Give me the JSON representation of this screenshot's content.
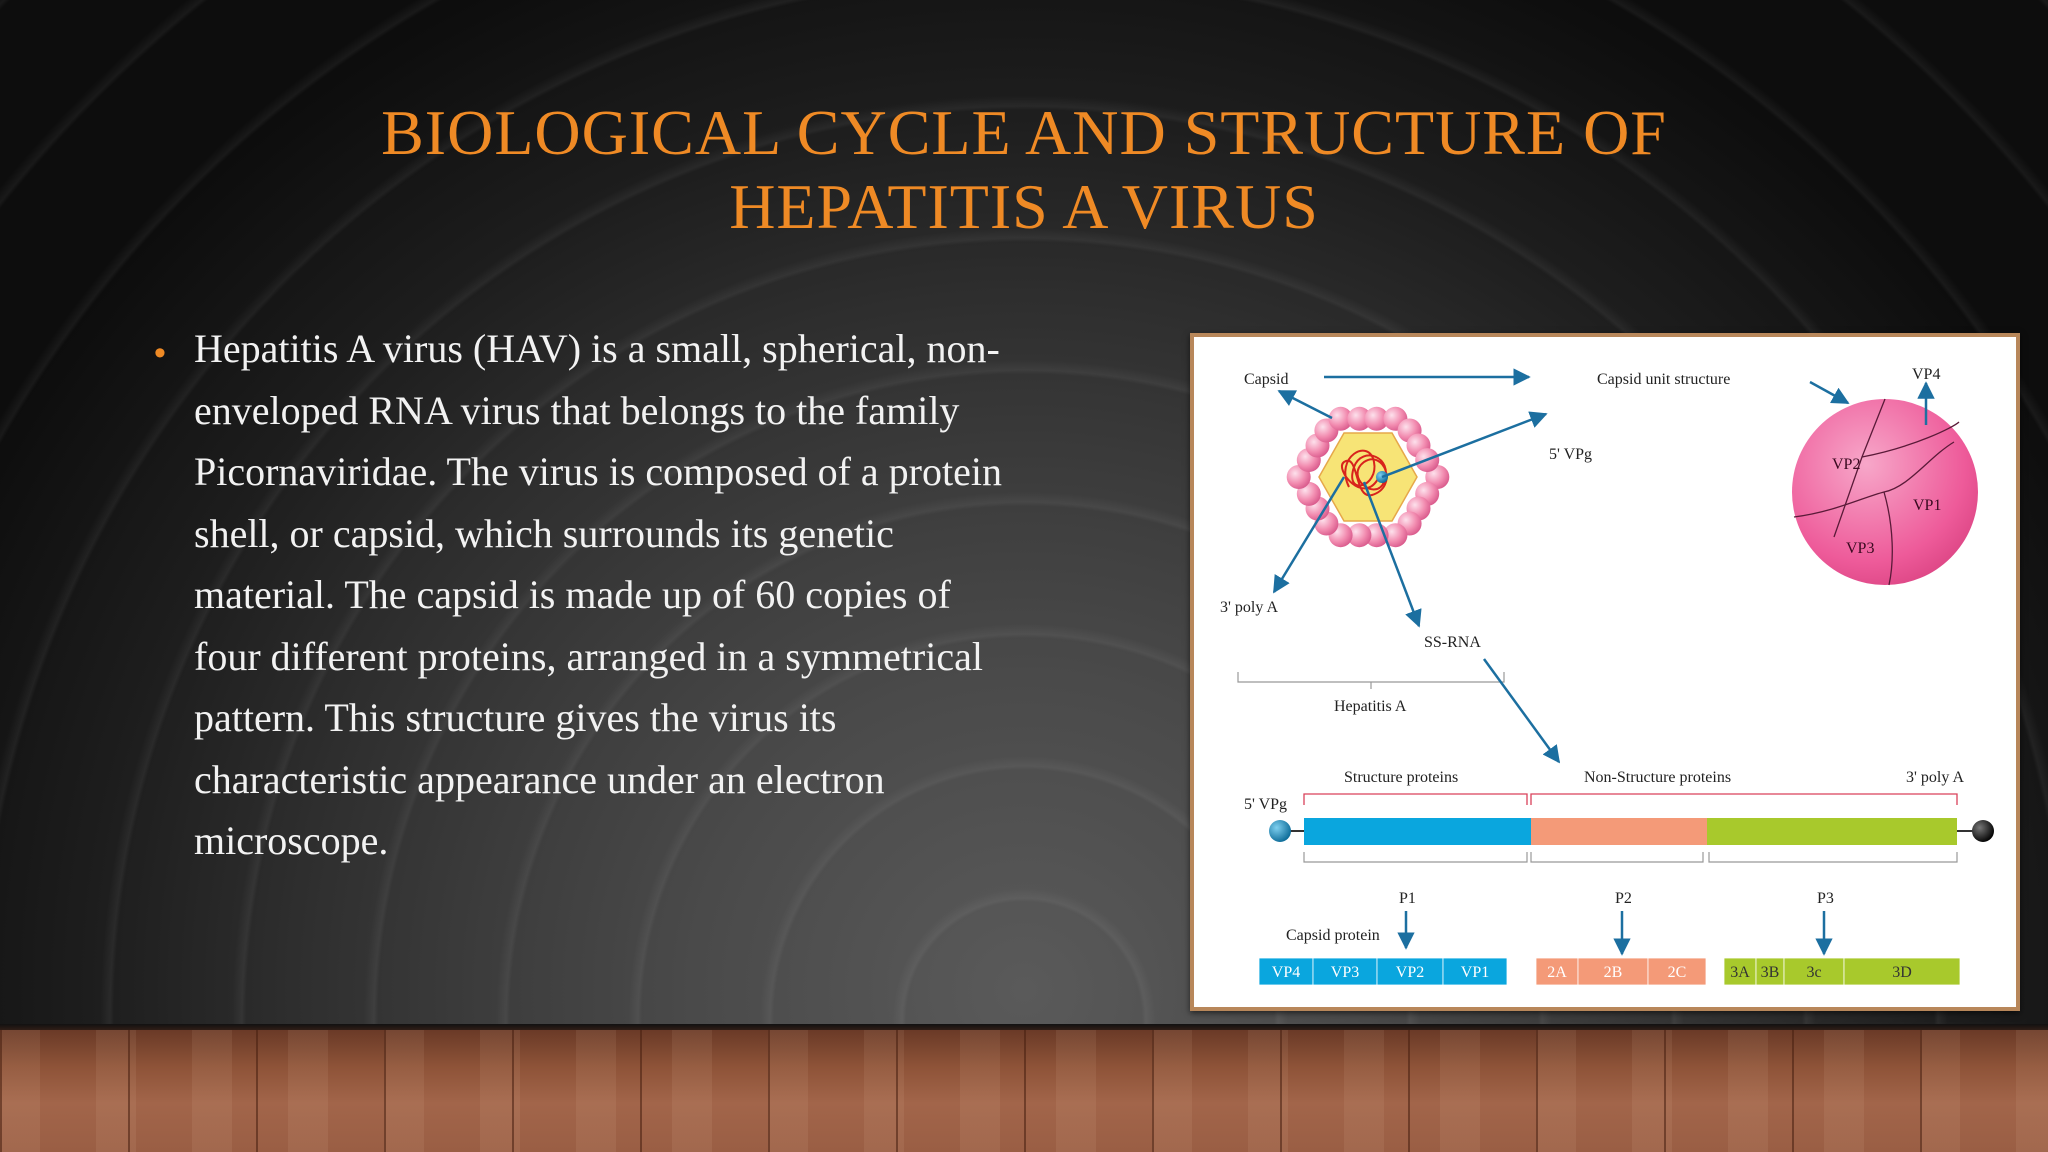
{
  "slide": {
    "title_lines": [
      "Biological cycle and structure of",
      "Hepatitis A virus"
    ],
    "body_lines": [
      "Hepatitis A virus (HAV) is a small, spherical, non-",
      "enveloped RNA virus that belongs to the family",
      "Picornaviridae. The virus is composed of a protein",
      "shell, or capsid, which surrounds its genetic",
      "material. The capsid is made up of 60 copies of",
      "four different proteins, arranged in a symmetrical",
      "pattern. This structure gives the virus its",
      "characteristic appearance under an electron",
      "microscope."
    ],
    "accent_color": "#ef8a25",
    "text_color": "#f2f2f2"
  },
  "figure": {
    "labels": {
      "capsid": "Capsid",
      "capsid_unit_structure": "Capsid unit structure",
      "vpg_5": "5' VPg",
      "poly_a_3": "3' poly A",
      "ss_rna": "SS-RNA",
      "hepatitis_a": "Hepatitis A",
      "vp4": "VP4",
      "vp2": "VP2",
      "vp1": "VP1",
      "vp3": "VP3",
      "structure_proteins": "Structure proteins",
      "non_structure_proteins": "Non-Structure proteins",
      "genome_vpg": "5' VPg",
      "genome_poly_a": "3' poly A",
      "p1": "P1",
      "p2": "P2",
      "p3": "P3",
      "capsid_protein": "Capsid protein"
    },
    "p1_segments": [
      "VP4",
      "VP3",
      "VP2",
      "VP1"
    ],
    "p2_segments": [
      "2A",
      "2B",
      "2C"
    ],
    "p3_segments": [
      "3A",
      "3B",
      "3c",
      "3D"
    ],
    "colors": {
      "p1": "#0aa6de",
      "p2": "#f49a78",
      "p3": "#a8c92c",
      "capsid_bead": "#f28cb0",
      "hexagon": "#f7e476",
      "sphere": "#ee5b9a",
      "arrow": "#1c6fa0",
      "rna": "#d8231c"
    }
  }
}
